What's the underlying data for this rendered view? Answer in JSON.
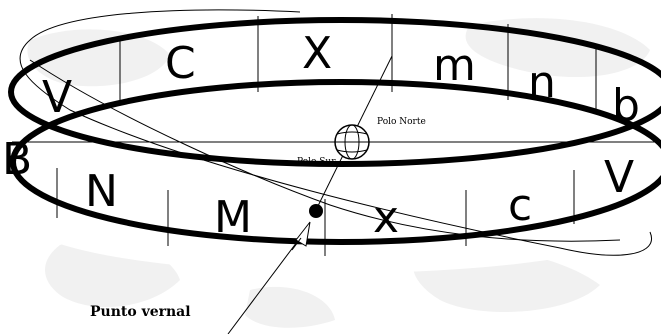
{
  "zodiac_upper": [
    "V",
    "C",
    "X",
    "m",
    "n",
    "b"
  ],
  "zodiac_lower": [
    "B",
    "N",
    "M",
    "x",
    "c",
    "V"
  ],
  "labels": {
    "north_pole": "Polo Norte",
    "south_pole": "Polo Sur",
    "vernal_point": "Punto vernal"
  }
}
